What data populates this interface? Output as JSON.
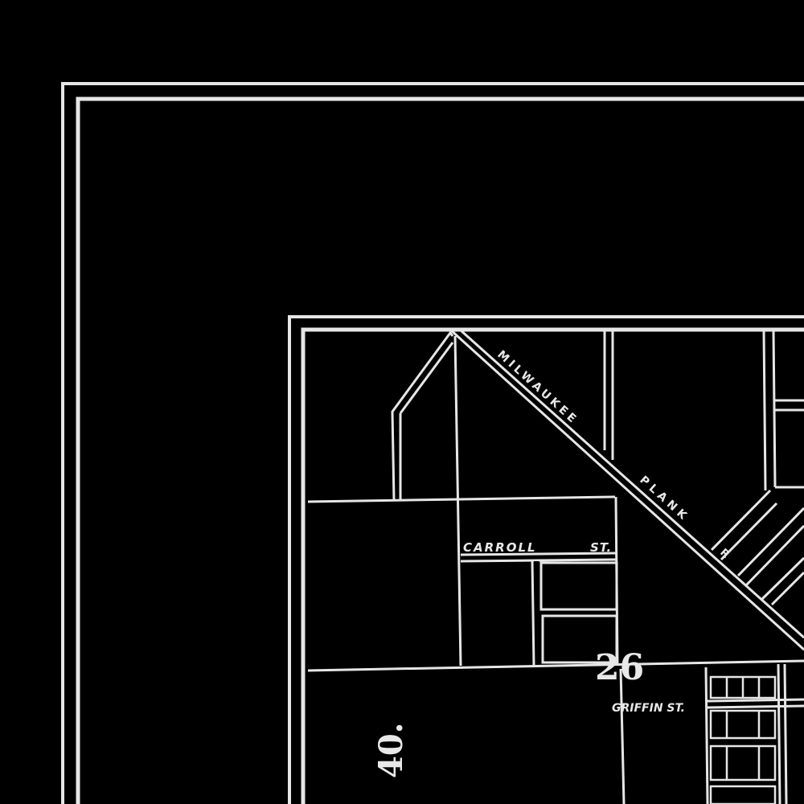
{
  "streets": {
    "milwaukee": "MILWAUKEE",
    "plank": "PLANK",
    "road_abbrev": "R",
    "carroll": "CARROLL",
    "carroll_suffix": "ST.",
    "griffin": "GRIFFIN ST."
  },
  "numbers": {
    "section_26": "26",
    "section_40": "40."
  }
}
